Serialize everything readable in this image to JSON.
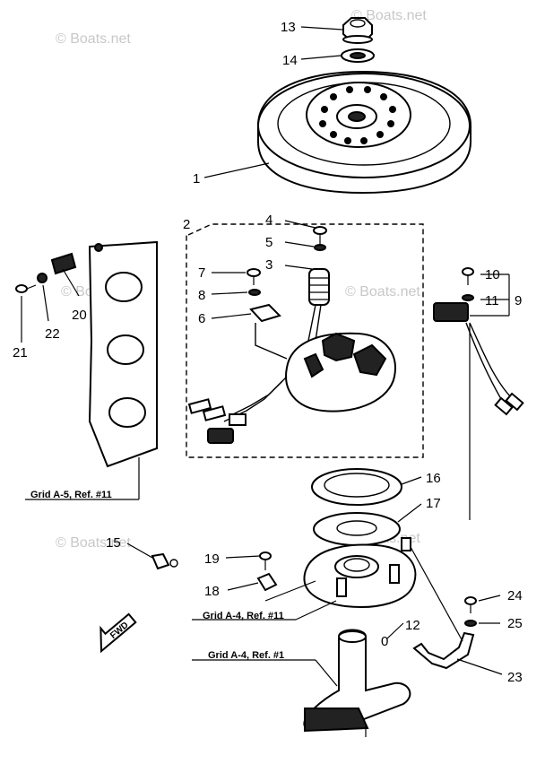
{
  "watermark": "© Boats.net",
  "fwd_label": "FWD",
  "callouts": {
    "c1": "1",
    "c2": "2",
    "c3": "3",
    "c4": "4",
    "c5": "5",
    "c6": "6",
    "c7": "7",
    "c8": "8",
    "c9": "9",
    "c10": "10",
    "c11": "11",
    "c12": "12",
    "c13": "13",
    "c14": "14",
    "c15": "15",
    "c16": "16",
    "c17": "17",
    "c18": "18",
    "c19": "19",
    "c20": "20",
    "c21": "21",
    "c22": "22",
    "c23": "23",
    "c24": "24",
    "c25": "25",
    "c0": "0"
  },
  "references": {
    "grid_a5": "Grid A-5, Ref. #11",
    "grid_a4_11": "Grid A-4, Ref. #11",
    "grid_a4_1": "Grid A-4, Ref. #1"
  }
}
